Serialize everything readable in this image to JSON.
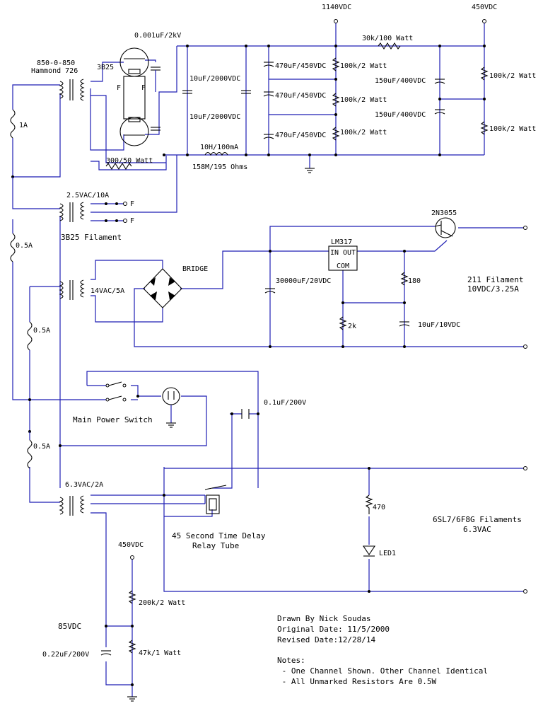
{
  "rails": {
    "hv_1140": "1140VDC",
    "hv_450": "450VDC"
  },
  "hv_supply": {
    "transformer": [
      "850-0-850",
      "Hammond 726"
    ],
    "fuse": "1A",
    "rectifier_tube": "3B25",
    "filament_pin": "F",
    "bypass_cap": "0.001uF/2kV",
    "cap1": "10uF/2000VDC",
    "cap2": "10uF/2000VDC",
    "choke": "10H/100mA",
    "choke_dcr": "158M/195 Ohms",
    "bleeder": "300/50 Watt",
    "stack_caps": [
      "470uF/450VDC",
      "470uF/450VDC",
      "470uF/450VDC"
    ],
    "stack_resistors": [
      "100k/2 Watt",
      "100k/2 Watt",
      "100k/2 Watt"
    ],
    "series_resistor": "30k/100 Watt",
    "out_caps": [
      "150uF/400VDC",
      "150uF/400VDC"
    ],
    "out_resistors": [
      "100k/2 Watt",
      "100k/2 Watt"
    ]
  },
  "filament_3b25": {
    "secondary": "2.5VAC/10A",
    "label": "3B25 Filament",
    "fuse": "0.5A",
    "out": "F"
  },
  "filament_211": {
    "secondary": "14VAC/5A",
    "fuse": "0.5A",
    "bridge": "BRIDGE",
    "filter_cap": "30000uF/20VDC",
    "regulator": "LM317",
    "reg_in": "IN",
    "reg_out": "OUT",
    "reg_com": "COM",
    "pass_transistor": "2N3055",
    "r_top": "180",
    "r_bottom": "2k",
    "out_cap": "10uF/10VDC",
    "label": [
      "211 Filament",
      "10VDC/3.25A"
    ]
  },
  "power_switch": {
    "label": "Main Power Switch",
    "snubber": "0.1uF/200V"
  },
  "filament_6sl7": {
    "fuse": "0.5A",
    "secondary": "6.3VAC/2A",
    "relay": [
      "45 Second Time Delay",
      "Relay Tube"
    ],
    "led_resistor": "470",
    "led": "LED1",
    "label": [
      "6SL7/6F8G Filaments",
      "6.3VAC"
    ]
  },
  "bias": {
    "rail": "450VDC",
    "r_top": "200k/2 Watt",
    "r_bottom": "47k/1 Watt",
    "tap": "85VDC",
    "cap": "0.22uF/200V"
  },
  "credits": [
    "Drawn By Nick Soudas",
    "Original Date: 11/5/2000",
    "Revised Date:12/28/14"
  ],
  "notes": {
    "title": "Notes:",
    "items": [
      " - One Channel Shown. Other Channel Identical",
      " - All Unmarked Resistors Are 0.5W"
    ]
  },
  "colors": {
    "wire": "#1f1fb4",
    "component": "#000000",
    "background": "#ffffff"
  }
}
